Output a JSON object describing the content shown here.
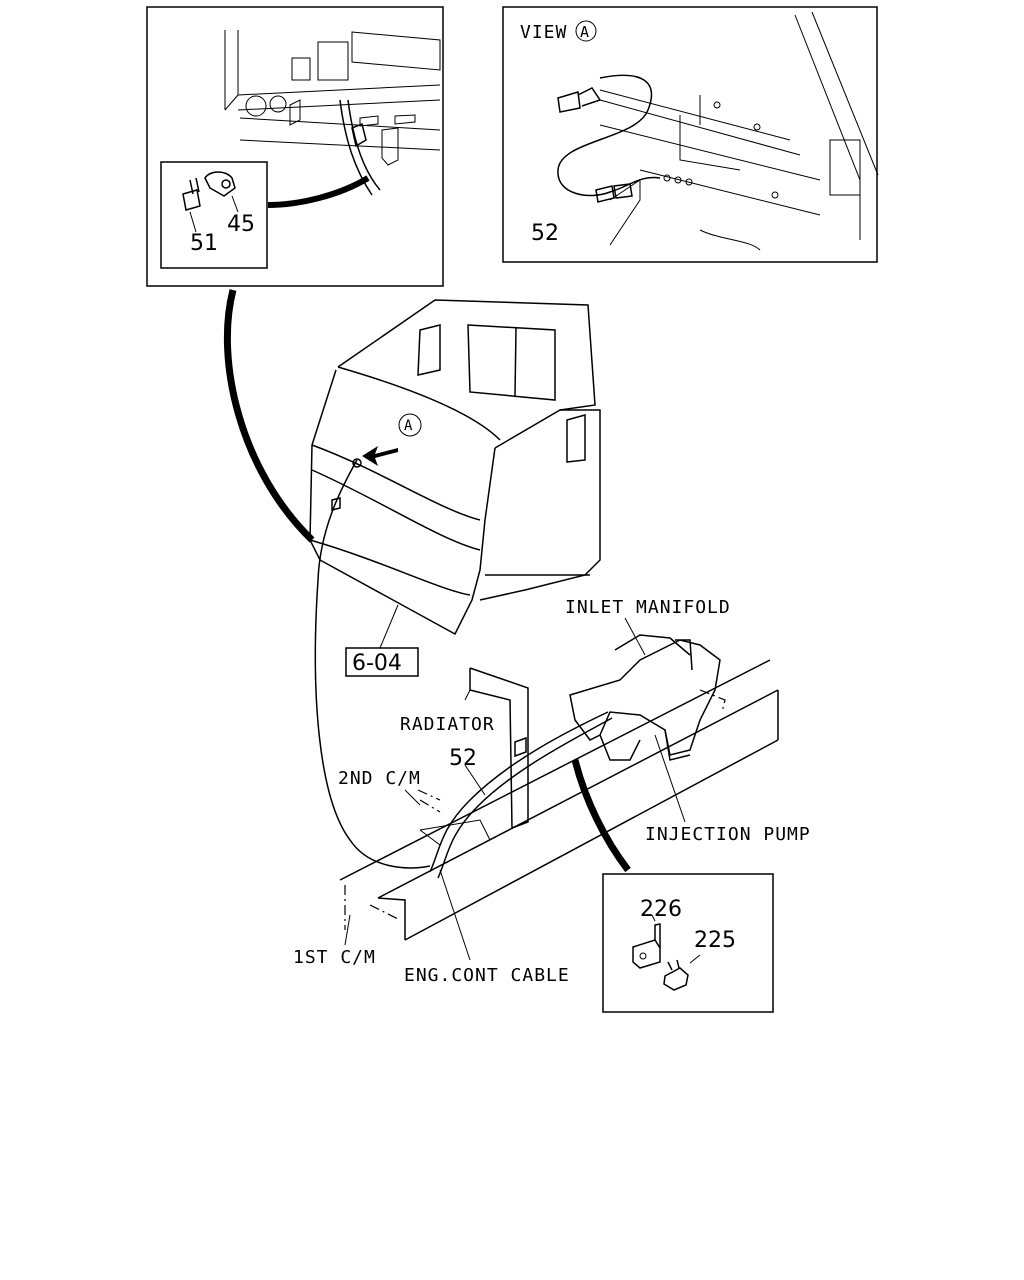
{
  "view_label": "VIEW",
  "view_marker": "A",
  "cab_marker": "A",
  "parts": {
    "p51": "51",
    "p45": "45",
    "p52_view": "52",
    "p52_main": "52",
    "p226": "226",
    "p225": "225"
  },
  "reference": "6-04",
  "labels": {
    "inlet_manifold": "INLET MANIFOLD",
    "radiator": "RADIATOR",
    "second_cm": "2ND C/M",
    "injection_pump": "INJECTION PUMP",
    "first_cm": "1ST C/M",
    "eng_cont_cable": "ENG.CONT CABLE"
  }
}
